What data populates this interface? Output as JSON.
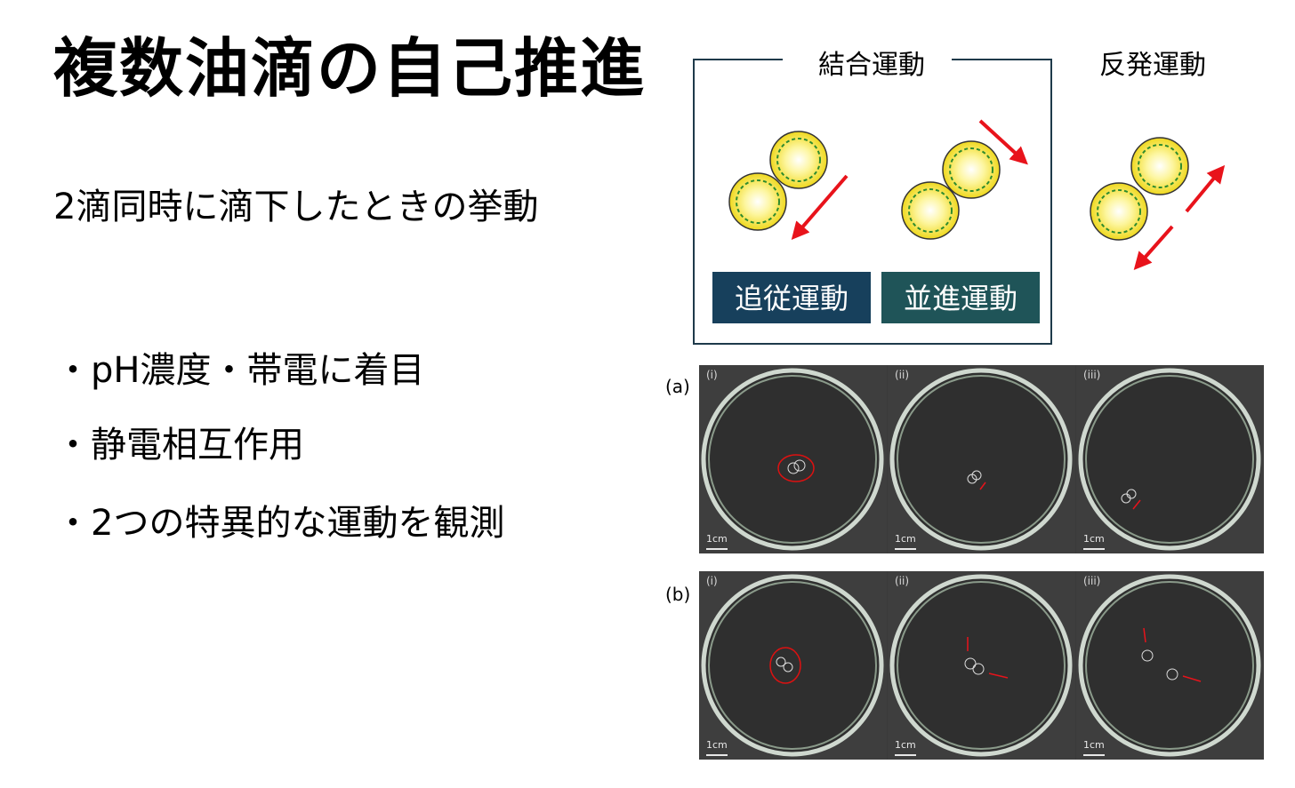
{
  "title": "複数油滴の自己推進",
  "subtitle": "2滴同時に滴下したときの挙動",
  "bullets": [
    "・pH濃度・帯電に着目",
    "・静電相互作用",
    "・2つの特異的な運動を観測"
  ],
  "diagram": {
    "coupled_label": "結合運動",
    "repulsive_label": "反発運動",
    "follow_label": "追従運動",
    "parallel_label": "並進運動",
    "colors": {
      "frame": "#1e3a4a",
      "follow_bg": "#17405c",
      "parallel_bg": "#1f5458",
      "arrow": "#e8131b",
      "droplet": "#f2e227",
      "droplet_ring": "#2e8b2e"
    }
  },
  "photos": {
    "rows": [
      {
        "label": "(a)",
        "panels": [
          "(i)",
          "(ii)",
          "(iii)"
        ],
        "scale": "1cm"
      },
      {
        "label": "(b)",
        "panels": [
          "(i)",
          "(ii)",
          "(iii)"
        ],
        "scale": "1cm"
      }
    ]
  }
}
